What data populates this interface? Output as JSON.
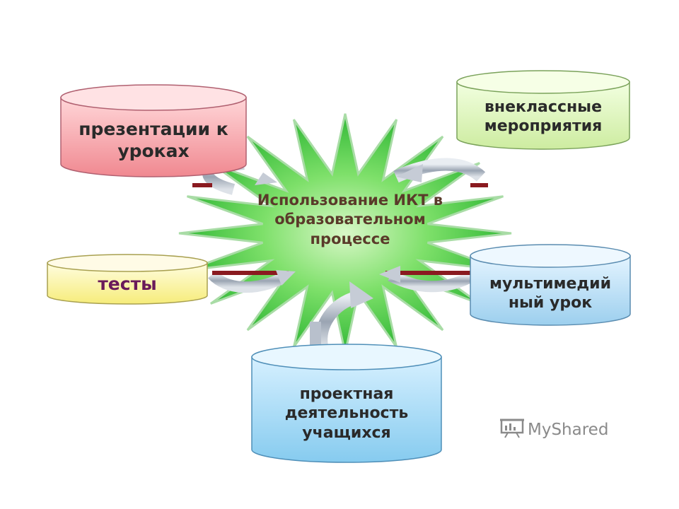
{
  "center": {
    "label": "Использование ИКТ в\nобразовательном\nпроцессе"
  },
  "boxes": [
    {
      "id": "presentations",
      "label": "презентации к\nуроках",
      "color": "#f4a0a6",
      "text_color": "#2a2a2a"
    },
    {
      "id": "extracurricular",
      "label": "внеклассные\nмероприятия",
      "color": "#d9f2b0",
      "text_color": "#2a2a2a"
    },
    {
      "id": "tests",
      "label": "тесты",
      "color": "#fbf59a",
      "text_color": "#6a1a5a"
    },
    {
      "id": "multimedia",
      "label": "мультимедий\nный урок",
      "color": "#b7dcf4",
      "text_color": "#2a2a2a"
    },
    {
      "id": "projects",
      "label": "проектная\nдеятельность\nучащихся",
      "color": "#a8dcf4",
      "text_color": "#2a2a2a"
    }
  ],
  "watermark": {
    "text": "MyShared",
    "icon": "presentation-board-icon"
  },
  "colors": {
    "star": "#36c43a",
    "star_outline": "#9ed49c",
    "arrow_metal": "#b8c0cc",
    "arrow_stripe": "#8a1a20"
  }
}
